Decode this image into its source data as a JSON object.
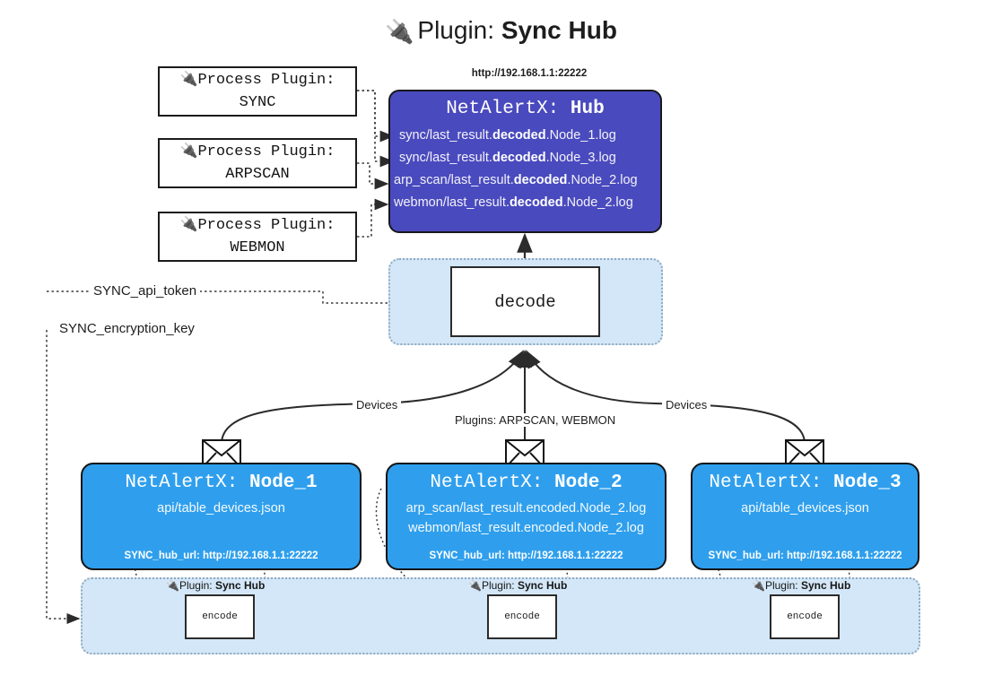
{
  "title": {
    "icon": "plug-icon",
    "prefix": "Plugin:",
    "name": "Sync Hub"
  },
  "process_plugins": [
    {
      "icon": "plug-icon",
      "line1": "Process Plugin:",
      "line2": "SYNC"
    },
    {
      "icon": "plug-icon",
      "line1": "Process Plugin:",
      "line2": "ARPSCAN"
    },
    {
      "icon": "plug-icon",
      "line1": "Process Plugin:",
      "line2": "WEBMON"
    }
  ],
  "hub": {
    "url": "http://192.168.1.1:22222",
    "title_prefix": "NetAlertX:",
    "title_name": "Hub",
    "files": [
      {
        "pre": "sync/last_result.",
        "em": "decoded",
        "post": ".Node_1.log"
      },
      {
        "pre": "sync/last_result.",
        "em": "decoded",
        "post": ".Node_3.log"
      },
      {
        "pre": "arp_scan/last_result.",
        "em": "decoded",
        "post": ".Node_2.log"
      },
      {
        "pre": "webmon/last_result.",
        "em": "decoded",
        "post": ".Node_2.log"
      }
    ]
  },
  "decode": {
    "label": "decode"
  },
  "secrets": {
    "api_token": "SYNC_api_token",
    "encryption_key": "SYNC_encryption_key"
  },
  "edge_labels": {
    "devices_left": "Devices",
    "devices_right": "Devices",
    "plugins_center": "Plugins: ARPSCAN, WEBMON"
  },
  "nodes": [
    {
      "icon": "envelope-icon",
      "title_prefix": "NetAlertX:",
      "title_name": "Node_1",
      "lines": [
        "api/table_devices.json"
      ],
      "footer": "SYNC_hub_url: http://192.168.1.1:22222"
    },
    {
      "icon": "envelope-icon",
      "title_prefix": "NetAlertX:",
      "title_name": "Node_2",
      "lines": [
        "arp_scan/last_result.encoded.Node_2.log",
        "webmon/last_result.encoded.Node_2.log"
      ],
      "footer": "SYNC_hub_url: http://192.168.1.1:22222"
    },
    {
      "icon": "envelope-icon",
      "title_prefix": "NetAlertX:",
      "title_name": "Node_3",
      "lines": [
        "api/table_devices.json"
      ],
      "footer": "SYNC_hub_url: http://192.168.1.1:22222"
    }
  ],
  "encoders": [
    {
      "caption_icon": "plug-icon",
      "caption_prefix": "Plugin:",
      "caption_name": "Sync Hub",
      "label": "encode"
    },
    {
      "caption_icon": "plug-icon",
      "caption_prefix": "Plugin:",
      "caption_name": "Sync Hub",
      "label": "encode"
    },
    {
      "caption_icon": "plug-icon",
      "caption_prefix": "Plugin:",
      "caption_name": "Sync Hub",
      "label": "encode"
    }
  ],
  "colors": {
    "hub_fill": "#4a4abf",
    "node_fill": "#2f9fed",
    "container_fill": "#d3e7f8",
    "stroke": "#141414",
    "page_bg": "#ffffff"
  }
}
